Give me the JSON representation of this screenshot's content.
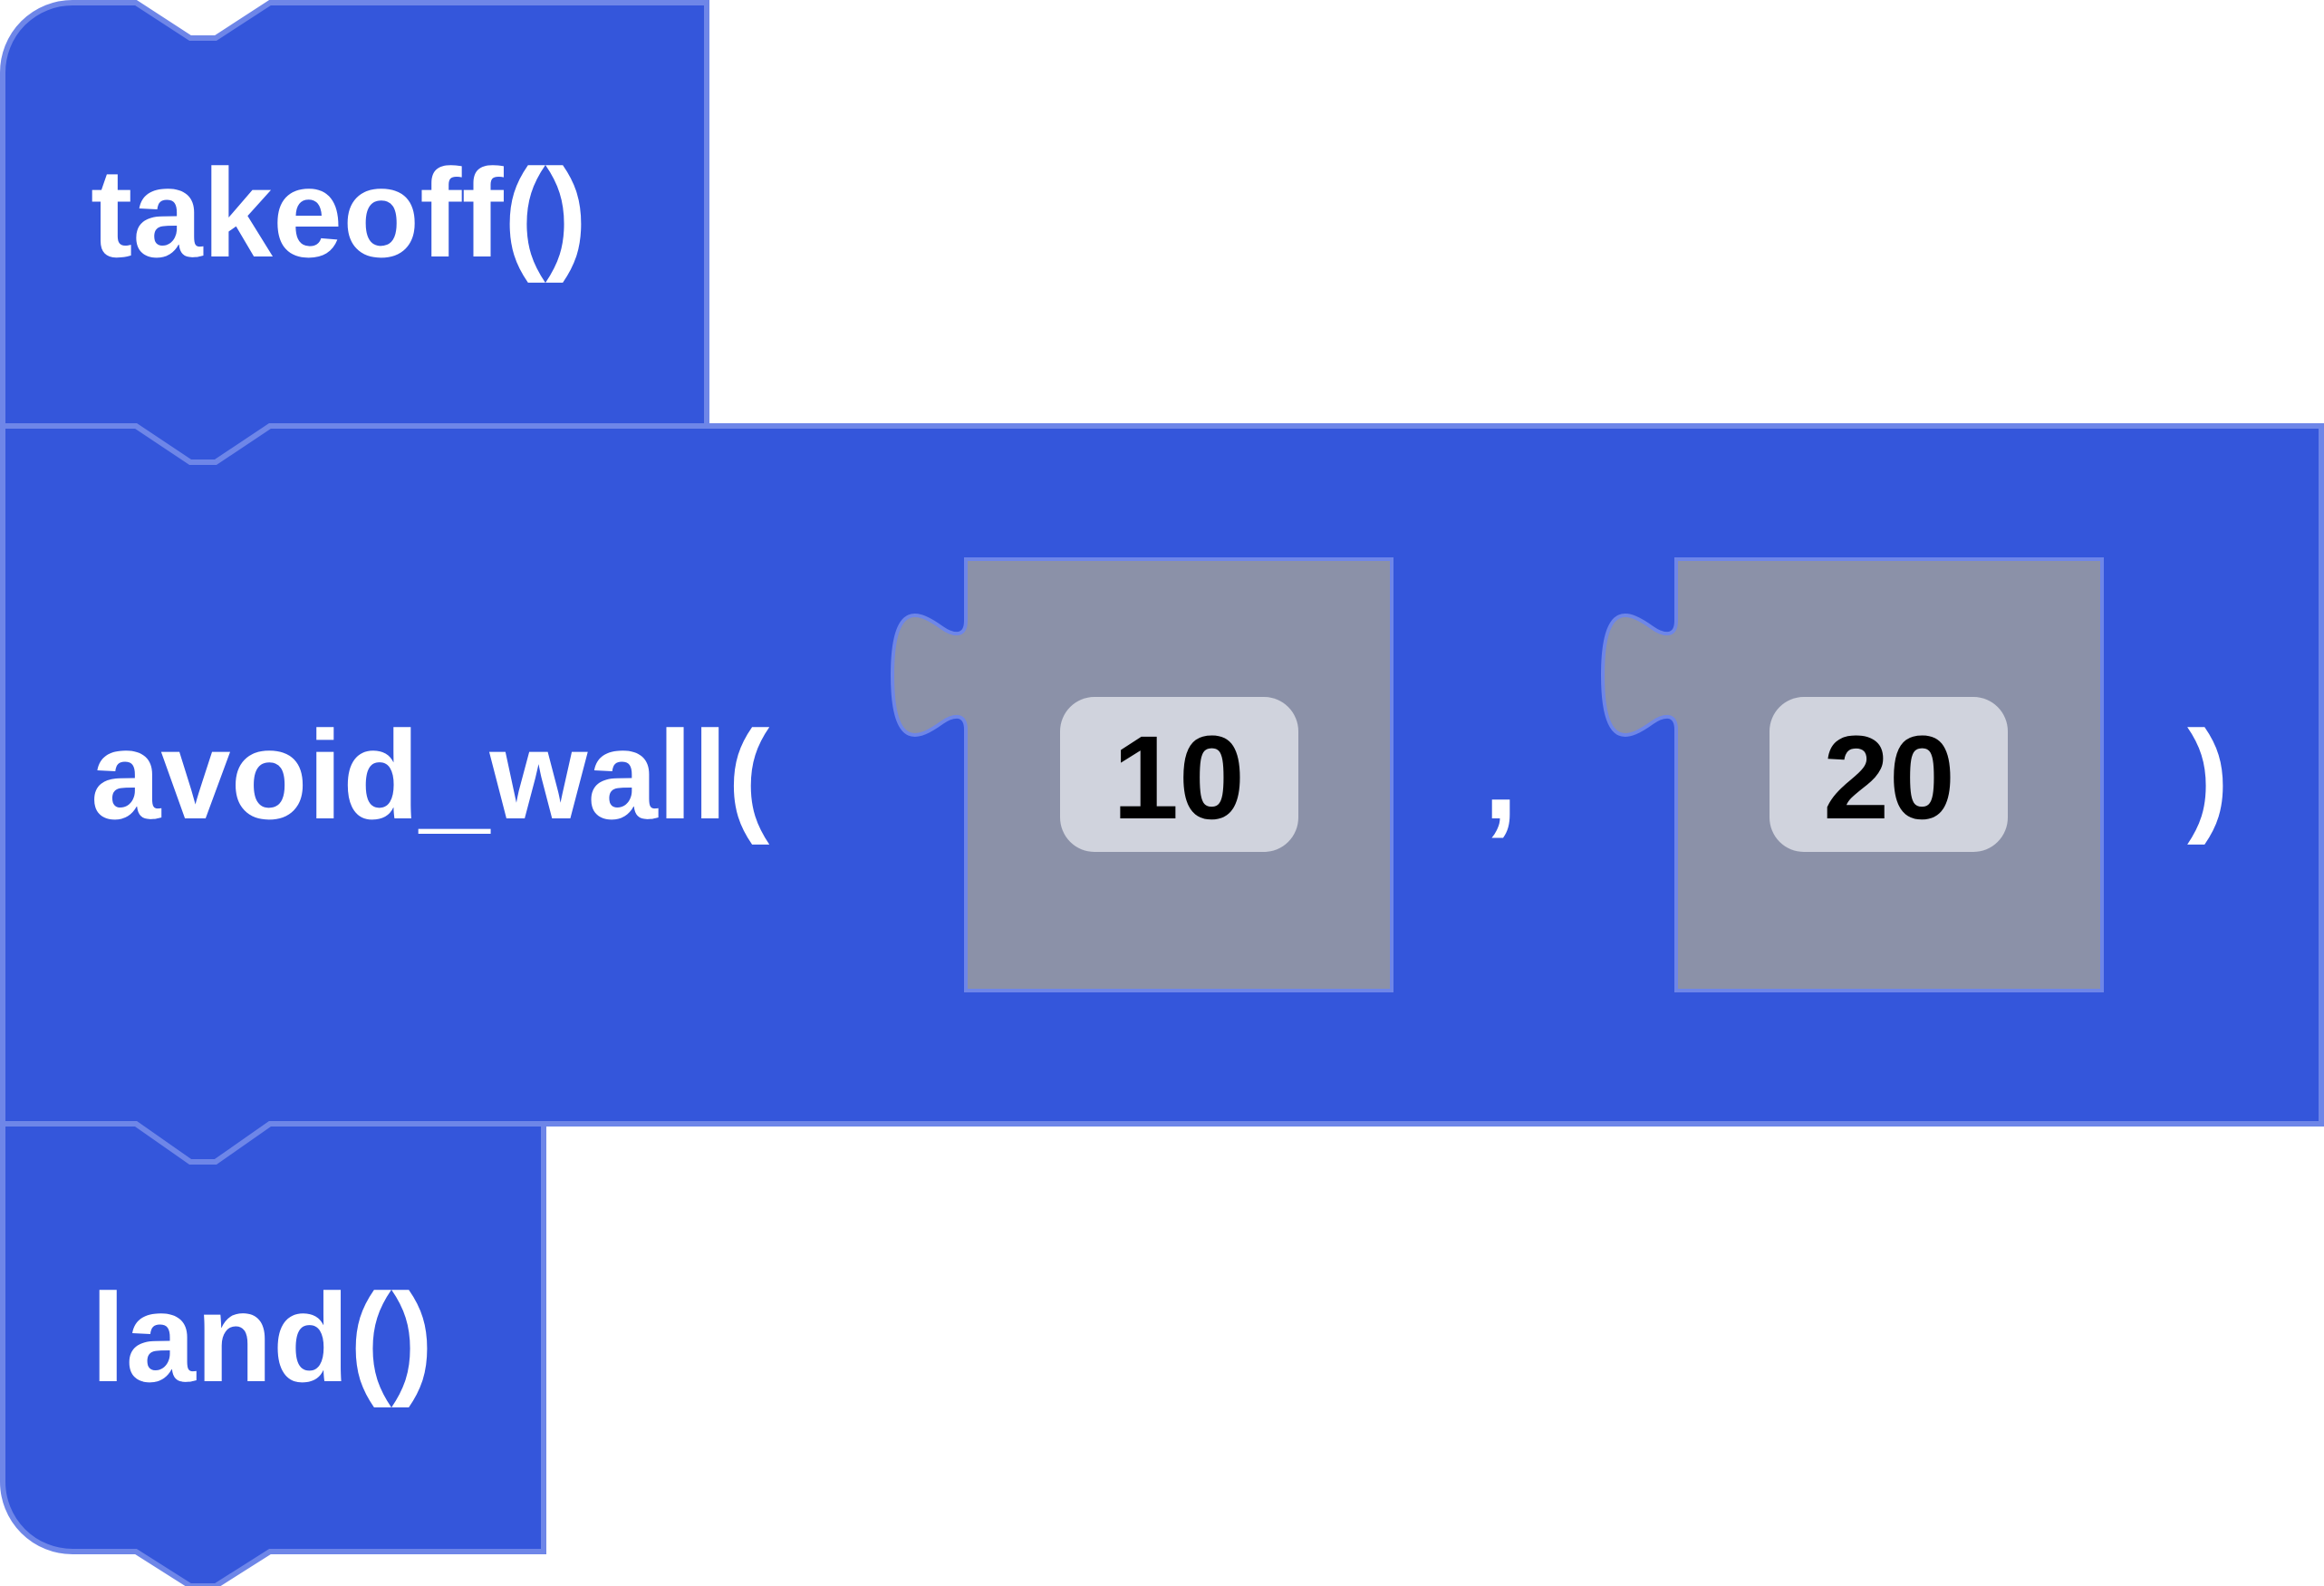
{
  "workspace": {
    "colors": {
      "block_fill": "#3456DB",
      "block_stroke": "#6E86E8",
      "shadow_input_fill": "#8B91A8",
      "shadow_input_stroke": "#6E86E8",
      "field_fill": "#D0D3DD",
      "label_color": "#FFFFFF",
      "field_text_color": "#000000"
    },
    "blocks": [
      {
        "id": "takeoff",
        "label": "takeoff()"
      },
      {
        "id": "avoid_wall",
        "label": "avoid_wall(",
        "separator": ",",
        "close": ")",
        "inputs": [
          {
            "value": "10"
          },
          {
            "value": "20"
          }
        ]
      },
      {
        "id": "land",
        "label": "land()"
      }
    ]
  }
}
